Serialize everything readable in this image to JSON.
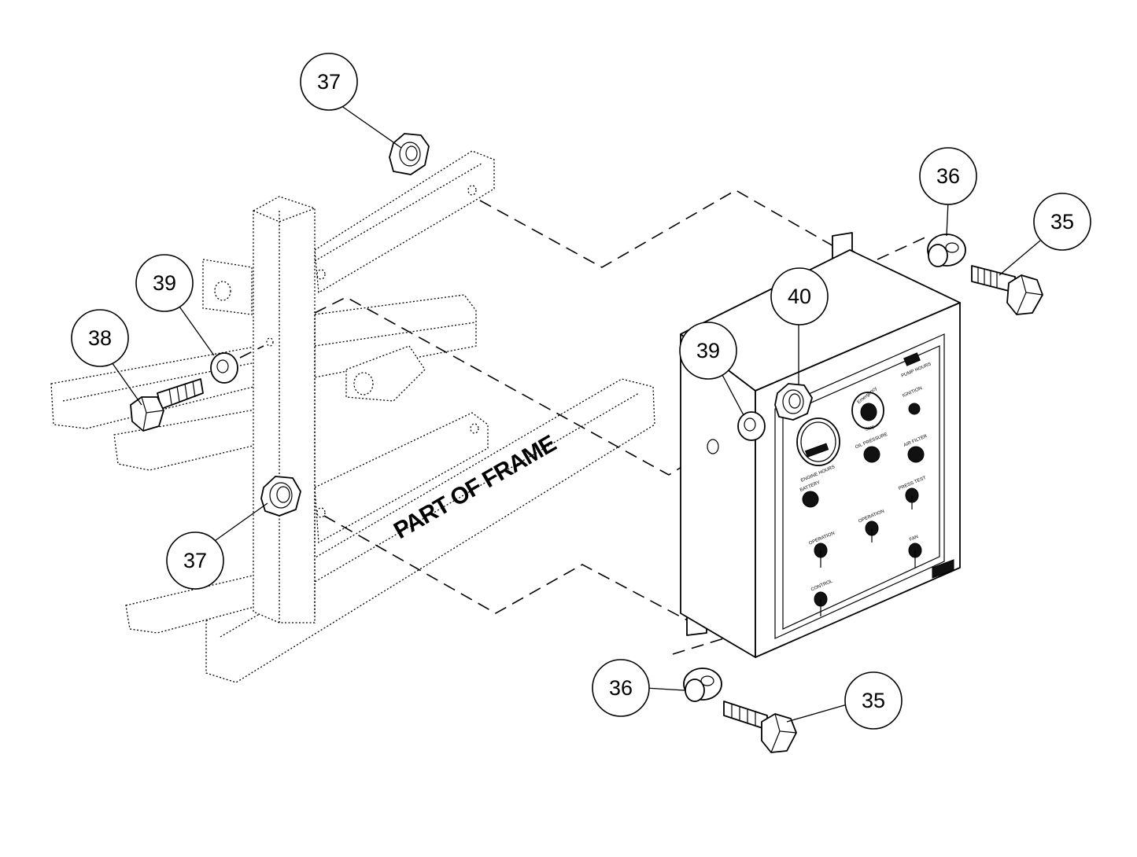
{
  "diagram": {
    "frame_label": "PART OF FRAME",
    "callouts": [
      {
        "id": "c37-top",
        "label": "37"
      },
      {
        "id": "c36-top",
        "label": "36"
      },
      {
        "id": "c35-top",
        "label": "35"
      },
      {
        "id": "c39-left",
        "label": "39"
      },
      {
        "id": "c38",
        "label": "38"
      },
      {
        "id": "c40",
        "label": "40"
      },
      {
        "id": "c39-right",
        "label": "39"
      },
      {
        "id": "c37-bottom",
        "label": "37"
      },
      {
        "id": "c36-bottom",
        "label": "36"
      },
      {
        "id": "c35-bottom",
        "label": "35"
      }
    ],
    "panel": {
      "emergency_label": "Emergency",
      "stop_label": "Stop",
      "engine_hours": "ENGINE HOURS",
      "oil_pressure": "OIL PRESSURE",
      "battery": "BATTERY",
      "ignition": "IGNITION",
      "air_filter": "AIR FILTER",
      "press_test": "PRESS TEST",
      "operation_1": "OPERATION",
      "operation_2": "OPERATION",
      "fan": "FAN",
      "control": "CONTROL",
      "pump_hours": "PUMP HOURS"
    }
  }
}
